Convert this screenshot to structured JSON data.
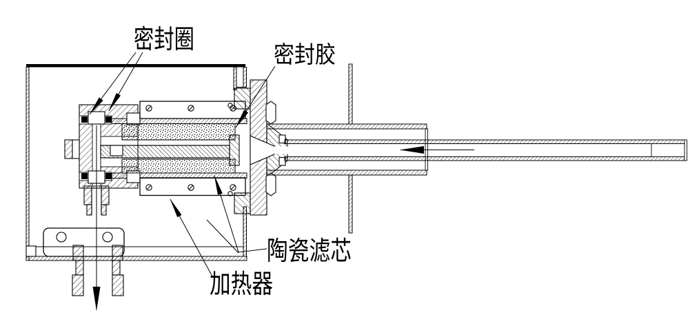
{
  "labels": {
    "seal_ring": "密封圈",
    "sealant": "密封胶",
    "ceramic_filter": "陶瓷滤芯",
    "heater": "加热器"
  },
  "colors": {
    "line": "#000000",
    "background": "#ffffff"
  }
}
